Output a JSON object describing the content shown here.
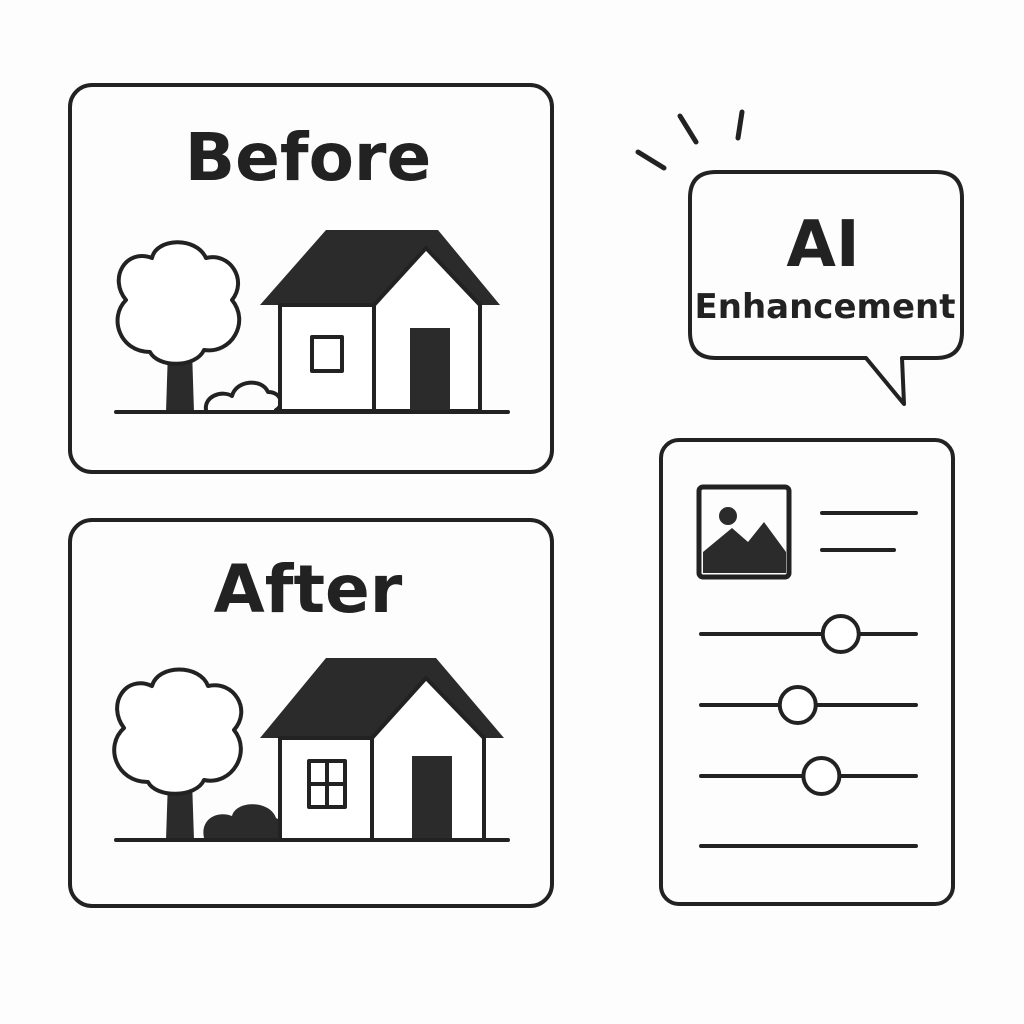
{
  "before_panel": {
    "title": "Before"
  },
  "after_panel": {
    "title": "After"
  },
  "speech_bubble": {
    "title": "AI",
    "subtitle": "Enhancement"
  },
  "settings_panel": {
    "image_icon": "image-icon",
    "sliders": [
      {
        "level": 0.65
      },
      {
        "level": 0.45
      },
      {
        "level": 0.56
      }
    ]
  },
  "colors": {
    "ink": "#222222",
    "background": "#fdfdfd"
  }
}
